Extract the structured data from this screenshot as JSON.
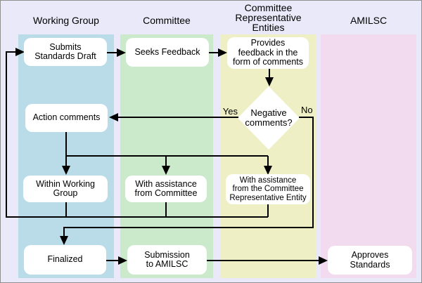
{
  "lanes": [
    {
      "id": "working-group",
      "title": "Working Group",
      "color": "#b9dce8"
    },
    {
      "id": "committee",
      "title": "Committee",
      "color": "#cbeacb"
    },
    {
      "id": "committee-representative-entities",
      "title": "Committee\nRepresentative\nEntities",
      "color": "#efefc6"
    },
    {
      "id": "amilsc",
      "title": "AMILSC",
      "color": "#f3dbef"
    }
  ],
  "nodes": {
    "submits_standards_draft": {
      "label": "Submits\nStandards Draft"
    },
    "seeks_feedback": {
      "label": "Seeks Feedback"
    },
    "provides_feedback": {
      "label": "Provides\nfeedback in the\nform of comments"
    },
    "action_comments": {
      "label": "Action comments"
    },
    "within_working_group": {
      "label": "Within Working\nGroup"
    },
    "with_assistance_committee": {
      "label": "With assistance\nfrom Committee"
    },
    "with_assistance_cre": {
      "label": "With assistance\nfrom the Committee\nRepresentative Entity"
    },
    "finalized": {
      "label": "Finalized"
    },
    "submission_to_amilsc": {
      "label": "Submission\nto AMILSC"
    },
    "approves_standards": {
      "label": "Approves\nStandards"
    }
  },
  "decision": {
    "label": "Negative\ncomments?",
    "yes_label": "Yes",
    "no_label": "No"
  },
  "colors": {
    "background": "#e9e9f9",
    "border": "#8f8f8f",
    "lane_working_group": "#b9dce8",
    "lane_committee": "#cbeacb",
    "lane_cre": "#efefc6",
    "lane_amilsc": "#f3dbef",
    "node_fill": "#ffffff",
    "line": "#000000"
  }
}
